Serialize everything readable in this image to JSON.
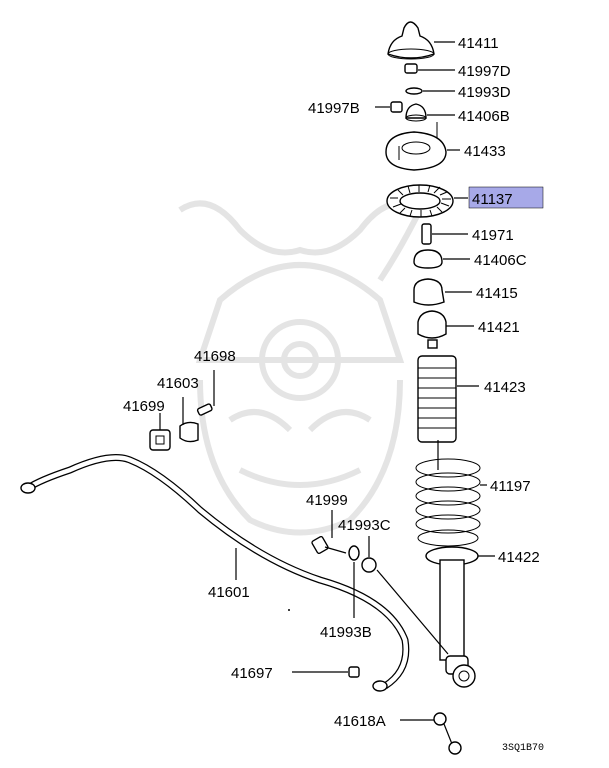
{
  "diagram_code": "3SQ1B70",
  "highlight_color": "#a7a9e8",
  "labels": {
    "p41411": "41411",
    "p41997D": "41997D",
    "p41993D": "41993D",
    "p41997B": "41997B",
    "p41406B": "41406B",
    "p41433": "41433",
    "p41137": "41137",
    "p41971": "41971",
    "p41406C": "41406C",
    "p41415": "41415",
    "p41421": "41421",
    "p41423": "41423",
    "p41197": "41197",
    "p41422": "41422",
    "p41698": "41698",
    "p41603": "41603",
    "p41699": "41699",
    "p41601": "41601",
    "p41999": "41999",
    "p41993C": "41993C",
    "p41993B": "41993B",
    "p41697": "41697",
    "p41618A": "41618A"
  }
}
